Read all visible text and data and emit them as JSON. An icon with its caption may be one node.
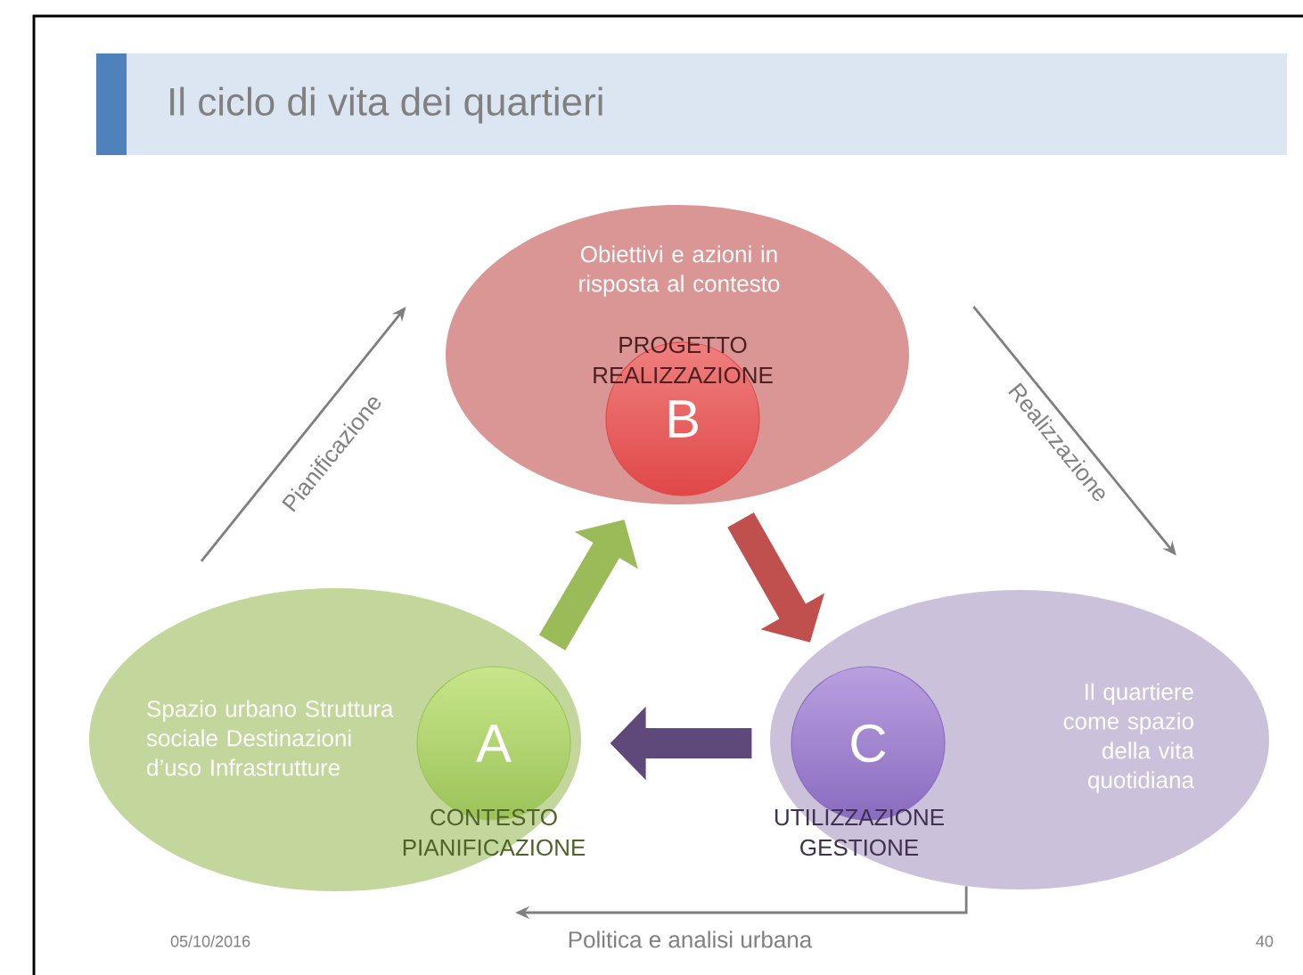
{
  "diagram": {
    "title": "Il ciclo di vita dei quartieri",
    "nodes": [
      {
        "text": [
          "Obiettivi e azioni in risposta al contesto"
        ]
      },
      {
        "text": [
          "PROGETTO REALIZZAZIONE",
          "B"
        ],
        "in": 0
      },
      {
        "text": [
          "Il quartiere come spazio della vita quotidiana"
        ]
      },
      {
        "text": [
          "C",
          "UTILIZZAZIONE GESTIONE"
        ],
        "in": 2
      },
      {
        "text": [
          "Spazio urbano Struttura sociale Destinazioni d’uso Infrastrutture"
        ]
      },
      {
        "text": [
          "A",
          "CONTESTO PIANIFICAZIONE"
        ],
        "in": 4
      }
    ],
    "edges": [
      {
        "from": 5,
        "to": 1,
        "arrow": "to",
        "style": "thick",
        "color": "#9bbb59"
      },
      {
        "from": 1,
        "to": 3,
        "arrow": "to",
        "style": "thick",
        "color": "#c0504d"
      },
      {
        "from": 3,
        "to": 5,
        "arrow": "to",
        "style": "thick",
        "color": "#5f497a"
      },
      {
        "from": 4,
        "to": 0,
        "arrow": "to",
        "label": "Pianificazione",
        "color": "#7f7f7f"
      },
      {
        "from": 0,
        "to": 2,
        "arrow": "to",
        "label": "Realizzazione",
        "color": "#7f7f7f"
      },
      {
        "from": 2,
        "to": null,
        "arrow": "to",
        "label": "Politica e analisi urbana",
        "color": "#7f7f7f"
      }
    ],
    "labels": [
      "05/10/2016",
      "40"
    ]
  }
}
